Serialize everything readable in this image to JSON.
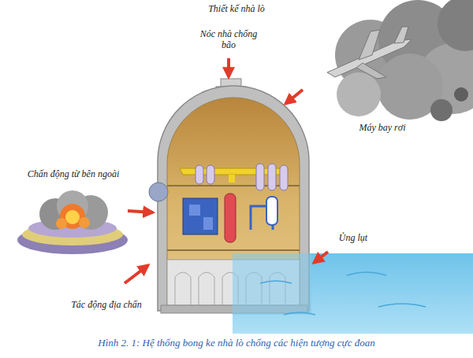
{
  "diagram": {
    "title": "Thiết kế nhà lò",
    "caption": "Hình 2. 1: Hệ thống bong ke nhà lò chống các hiện tượng cực đoan",
    "labels": [
      "Nóc nhà chống bão",
      "Máy bay rơi",
      "Chấn động từ bên ngoài",
      "Ủng lụt",
      "Tác động địa chấn"
    ]
  }
}
